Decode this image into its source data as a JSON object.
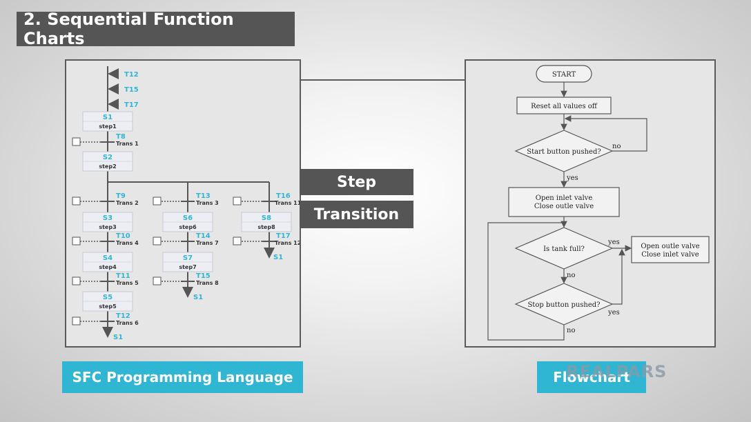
{
  "title": "2. Sequential Function Charts",
  "labels": {
    "step": "Step",
    "transition": "Transition",
    "sfc": "SFC Programming Language",
    "flowchart": "Flowchart"
  },
  "logo": "REALPARS",
  "sfc": {
    "entry_transitions": [
      "T12",
      "T15",
      "T17"
    ],
    "steps": [
      {
        "id": "S1",
        "name": "step1"
      },
      {
        "id": "S2",
        "name": "step2"
      },
      {
        "id": "S3",
        "name": "step3"
      },
      {
        "id": "S4",
        "name": "step4"
      },
      {
        "id": "S5",
        "name": "step5"
      },
      {
        "id": "S6",
        "name": "step6"
      },
      {
        "id": "S7",
        "name": "step7"
      },
      {
        "id": "S8",
        "name": "step8"
      }
    ],
    "transitions": [
      {
        "id": "T8",
        "name": "Trans 1"
      },
      {
        "id": "T9",
        "name": "Trans 2"
      },
      {
        "id": "T10",
        "name": "Trans 4"
      },
      {
        "id": "T11",
        "name": "Trans 5"
      },
      {
        "id": "T12",
        "name": "Trans 6"
      },
      {
        "id": "T13",
        "name": "Trans 3"
      },
      {
        "id": "T14",
        "name": "Trans 7"
      },
      {
        "id": "T15",
        "name": "Trans 8"
      },
      {
        "id": "T16",
        "name": "Trans 11"
      },
      {
        "id": "T17",
        "name": "Trans 12"
      }
    ],
    "jump_targets": [
      "S1",
      "S1",
      "S1"
    ]
  },
  "flowchart": {
    "start": "START",
    "reset": "Reset all values off",
    "start_button": "Start button pushed?",
    "open_inlet_1": "Open inlet valve",
    "open_inlet_2": "Close outle valve",
    "tank_full": "Is tank full?",
    "open_outle_1": "Open outle valve",
    "open_outle_2": "Close inlet valve",
    "stop_button": "Stop button pushed?",
    "no1": "no",
    "yes1": "yes",
    "yes2": "yes",
    "no2": "no",
    "yes3": "yes",
    "no3": "no"
  },
  "colors": {
    "accent": "#2fb6d3",
    "dark_box": "#555555",
    "step_fill": "#e9ebf0",
    "line": "#555555"
  }
}
